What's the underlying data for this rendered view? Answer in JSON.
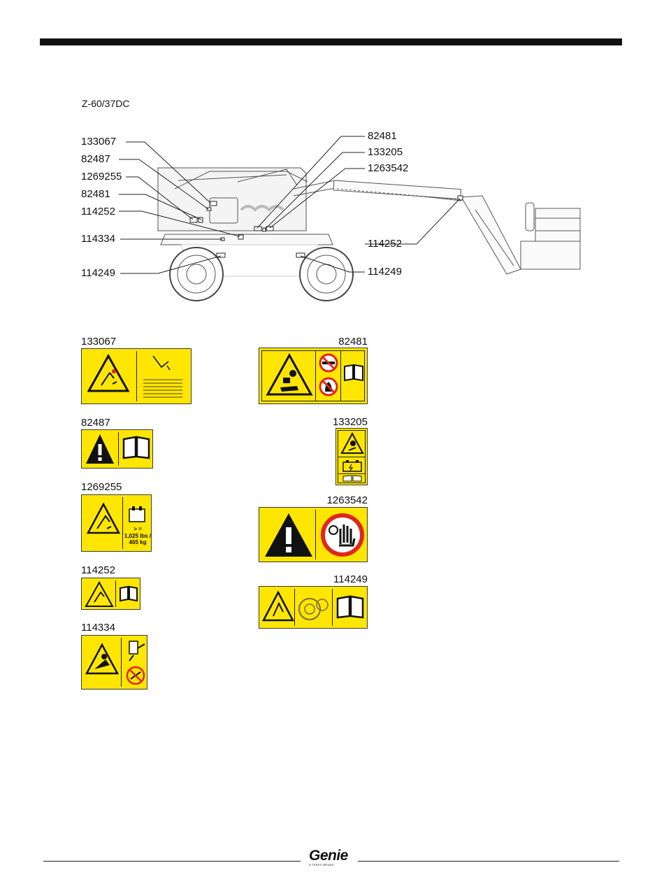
{
  "model": "Z-60/37DC",
  "callouts_left": [
    "133067",
    "82487",
    "1269255",
    "82481",
    "114252",
    "114334",
    "114249"
  ],
  "callouts_right": [
    "82481",
    "133205",
    "1263542",
    "114252",
    "114249"
  ],
  "decals": {
    "d133067": {
      "code": "133067"
    },
    "d82481": {
      "code": "82481"
    },
    "d82487": {
      "code": "82487"
    },
    "d133205": {
      "code": "133205"
    },
    "d1269255": {
      "code": "1269255",
      "load_text": "1,025 lbs /\n465 kg",
      "load_sym": "> ="
    },
    "d1263542": {
      "code": "1263542"
    },
    "d114252": {
      "code": "114252"
    },
    "d114249": {
      "code": "114249"
    },
    "d114334": {
      "code": "114334"
    }
  },
  "footer": {
    "logo": "Genie",
    "logo_sub": "A TEREX BRAND"
  },
  "colors": {
    "decal_yellow": "#ffe600",
    "prohibition_red": "#e0261c"
  }
}
